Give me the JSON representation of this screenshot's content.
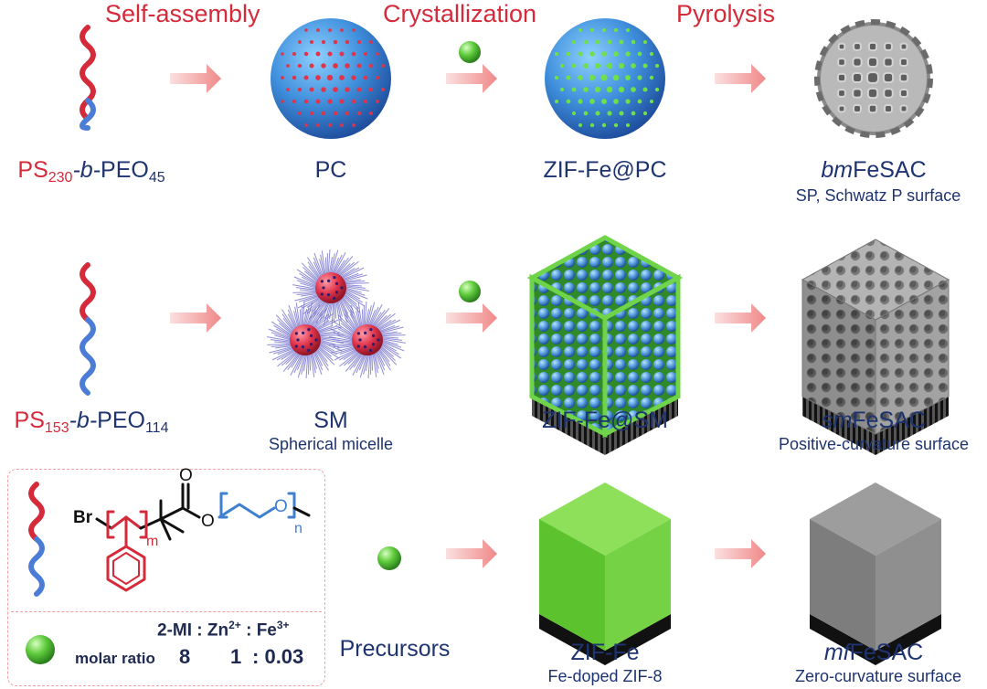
{
  "stages": {
    "self_assembly": "Self-assembly",
    "crystallization": "Crystallization",
    "pyrolysis": "Pyrolysis"
  },
  "row1": {
    "polymer": {
      "ps": "PS",
      "ps_sub": "230",
      "b": "-b-",
      "peo": "PEO",
      "peo_sub": "45"
    },
    "template": "PC",
    "intermediate": "ZIF-Fe@PC",
    "product_prefix": "bm",
    "product_suffix": "FeSAC",
    "product_desc": "SP, Schwatz P surface"
  },
  "row2": {
    "polymer": {
      "ps": "PS",
      "ps_sub": "153",
      "b": "-b-",
      "peo": "PEO",
      "peo_sub": "114"
    },
    "template": "SM",
    "template_desc": "Spherical micelle",
    "intermediate": "ZIF-Fe@SM",
    "product_prefix": "sm",
    "product_suffix": "FeSAC",
    "product_desc": "Positive-curvature surface"
  },
  "row3": {
    "precursors": "Precursors",
    "intermediate": "ZIF-Fe",
    "intermediate_desc": "Fe-doped ZIF-8",
    "product_prefix": "mf",
    "product_suffix": "FeSAC",
    "product_desc": "Zero-curvature surface"
  },
  "structure": {
    "br": "Br",
    "m": "m",
    "o_ester": "O",
    "o_carbonyl": "O",
    "o_ether": "O",
    "n": "n"
  },
  "ratio": {
    "mi": "2-MI",
    "zn": "Zn",
    "zn_sup": "2+",
    "fe": "Fe",
    "fe_sup": "3+",
    "sep": ":",
    "label": "molar ratio",
    "v1": "8",
    "v2": "1",
    "v3": "0.03"
  },
  "colors": {
    "red": "#d42a3a",
    "blue": "#1e3470",
    "sphere_blue": "#3f8fdc",
    "green": "#5fcb3c",
    "gray": "#8a8a8a"
  }
}
